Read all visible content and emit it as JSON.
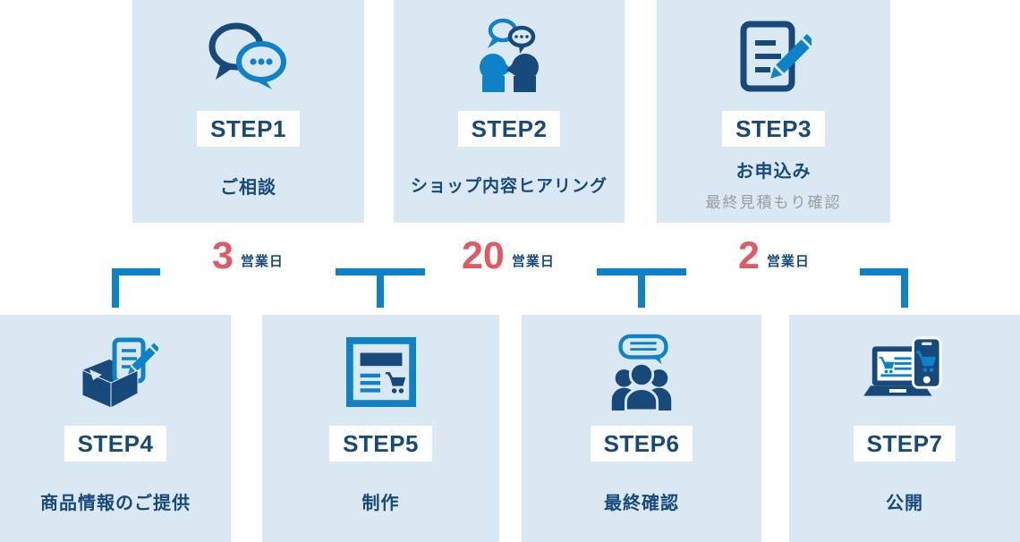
{
  "colors": {
    "card_bg": "#d9e8f3",
    "navy": "#17497b",
    "blue": "#0e82c8",
    "red": "#e05a64",
    "gray": "#9c9c9c",
    "badge_bg": "#ffffff"
  },
  "steps": [
    {
      "label": "STEP1",
      "title": "ご相談",
      "icon": "chat-bubbles-icon"
    },
    {
      "label": "STEP2",
      "title": "ショップ内容ヒアリング",
      "icon": "hearing-heads-icon"
    },
    {
      "label": "STEP3",
      "title": "お申込み",
      "subtitle": "最終見積もり確認",
      "icon": "application-form-pencil-icon"
    },
    {
      "label": "STEP4",
      "title": "商品情報のご提供",
      "icon": "product-box-document-icon"
    },
    {
      "label": "STEP5",
      "title": "制作",
      "icon": "shop-site-build-icon"
    },
    {
      "label": "STEP6",
      "title": "最終確認",
      "icon": "group-review-icon"
    },
    {
      "label": "STEP7",
      "title": "公開",
      "icon": "launch-devices-icon"
    }
  ],
  "durations": [
    {
      "value": "3",
      "unit": "営業日"
    },
    {
      "value": "20",
      "unit": "営業日"
    },
    {
      "value": "2",
      "unit": "営業日"
    }
  ]
}
